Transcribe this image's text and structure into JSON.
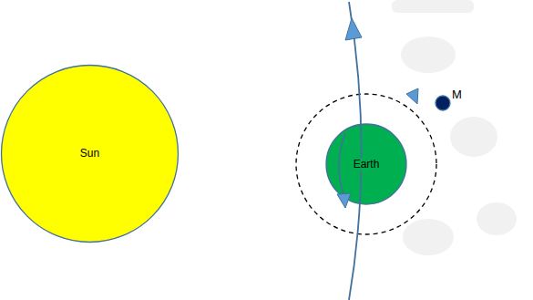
{
  "diagram": {
    "nodes": [
      {
        "text": [
          "Sun"
        ]
      },
      {
        "text": [
          "Earth"
        ]
      },
      {
        "text": [
          "M"
        ]
      }
    ]
  }
}
